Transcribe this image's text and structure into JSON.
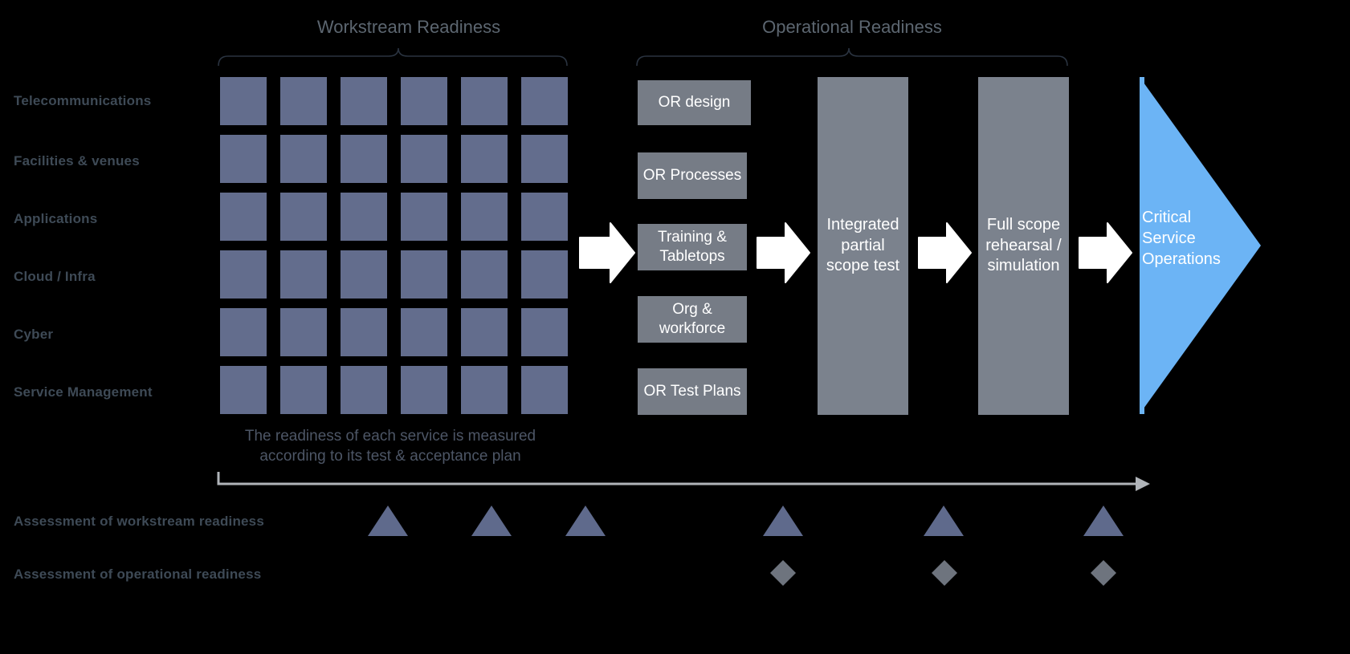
{
  "colors": {
    "background": "#000000",
    "cell": "#636d8d",
    "or_box": "#767c86",
    "phase_column": "#7b828d",
    "critical_arrow": "#6cb4f5",
    "section_title": "#5c6670",
    "row_label": "#3e4a56",
    "caption": "#4d5666",
    "white_arrow": "#ffffff",
    "brace": "#2a3340",
    "timeline": "#b0b4b9",
    "triangle_marker": "#5f6a8c",
    "diamond_marker": "#6e747e"
  },
  "sections": {
    "workstream_readiness": "Workstream Readiness",
    "operational_readiness": "Operational Readiness"
  },
  "workstreams": [
    "Telecommunications",
    "Facilities & venues",
    "Applications",
    "Cloud / Infra",
    "Cyber",
    "Service Management"
  ],
  "grid": {
    "columns": 6,
    "rows": 6,
    "caption": "The readiness of each service is measured\naccording to its test & acceptance plan"
  },
  "or_activities": [
    "OR design",
    "OR Processes",
    "Training & Tabletops",
    "Org & workforce",
    "OR Test Plans"
  ],
  "phases": [
    "Integrated partial scope test",
    "Full scope rehearsal / simulation"
  ],
  "final_state": {
    "label": "Critical\nService\nOperations"
  },
  "assessments": [
    {
      "label": "Assessment of workstream readiness",
      "marker": "triangle",
      "count": 6
    },
    {
      "label": "Assessment of operational readiness",
      "marker": "diamond",
      "count": 3
    }
  ],
  "chart_data": {
    "type": "diagram",
    "title": "Readiness progression to Critical Service Operations",
    "stages": [
      "Workstream Readiness",
      "Operational Readiness",
      "Integrated partial scope test",
      "Full scope rehearsal / simulation",
      "Critical Service Operations"
    ]
  }
}
